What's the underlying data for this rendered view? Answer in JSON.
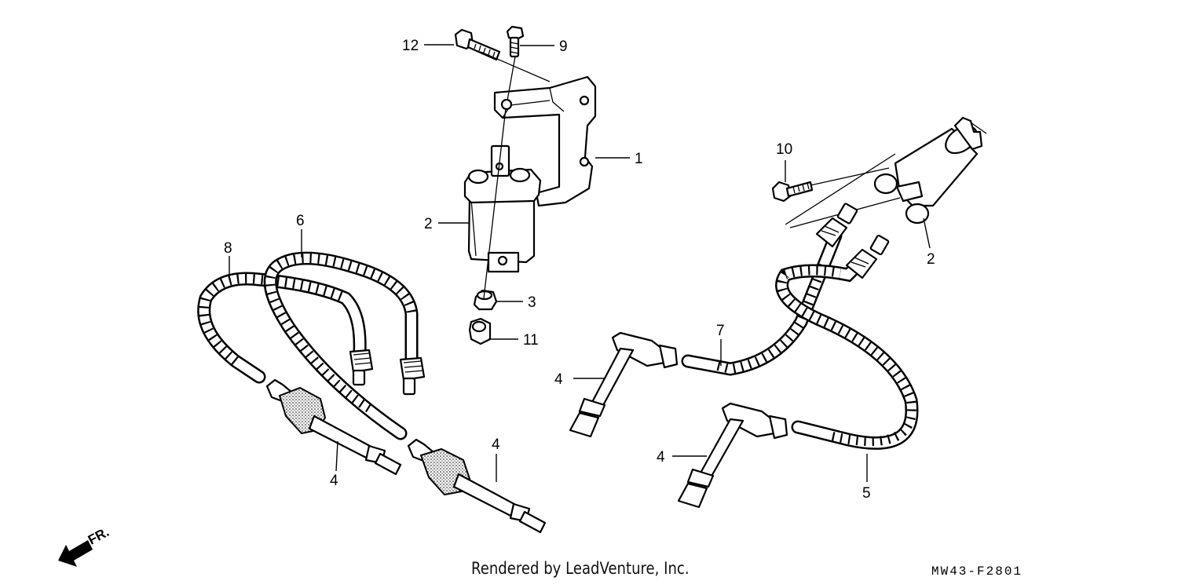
{
  "callouts": {
    "c1": "1",
    "c2a": "2",
    "c2b": "2",
    "c3": "3",
    "c4a": "4",
    "c4b": "4",
    "c4c": "4",
    "c4d": "4",
    "c5": "5",
    "c6": "6",
    "c7": "7",
    "c8": "8",
    "c9": "9",
    "c10": "10",
    "c11": "11",
    "c12": "12"
  },
  "direction": {
    "label": "FR.",
    "icon": "front-direction-arrow-icon"
  },
  "footer": {
    "credit": "Rendered by LeadVenture, Inc.",
    "diagram_code": "MW43-F2801"
  },
  "colors": {
    "line": "#000000",
    "background": "#ffffff"
  }
}
